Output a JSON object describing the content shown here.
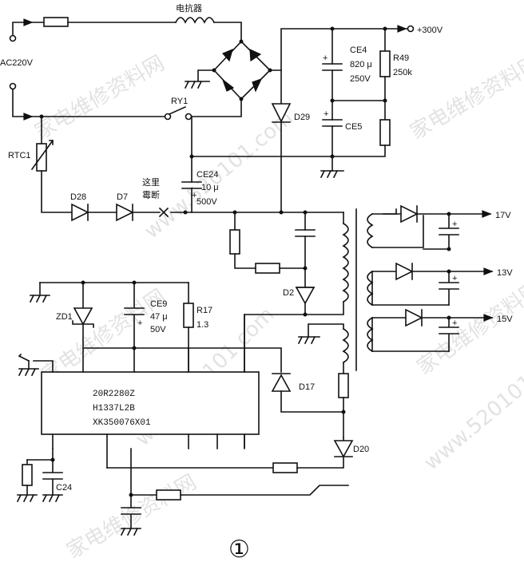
{
  "labels": {
    "reactor": "电抗器",
    "ac_input": "AC220V",
    "relay": "RY1",
    "rtc": "RTC1",
    "out_300v": "+300V",
    "ce4_name": "CE4",
    "ce4_value": "820 μ",
    "ce4_volt": "250V",
    "r49_name": "R49",
    "r49_value": "250k",
    "ce5_name": "CE5",
    "d29": "D29",
    "d28": "D28",
    "d7": "D7",
    "break_line1": "这里",
    "break_line2": "霉断",
    "ce24_name": "CE24",
    "ce24_value": "10 μ",
    "ce24_volt": "500V",
    "d2": "D2",
    "zd1": "ZD1",
    "ce9_name": "CE9",
    "ce9_value": "47 μ",
    "ce9_volt": "50V",
    "r17_name": "R17",
    "r17_value": "1.3",
    "d17": "D17",
    "d20": "D20",
    "c24": "C24",
    "v17": "17V",
    "v13": "13V",
    "v15": "15V",
    "ic_line1": "20R2280Z",
    "ic_line2": "H1337L2B",
    "ic_line3": "XK350076X01",
    "figure_number": "①"
  },
  "watermarks": [
    "家电维修资料网",
    "www.520101.com",
    "家电维修资料网",
    "家电维修资料网",
    "www.520101.com",
    "家电维修资料网",
    "家电维修资料网",
    "www.520101.com"
  ]
}
